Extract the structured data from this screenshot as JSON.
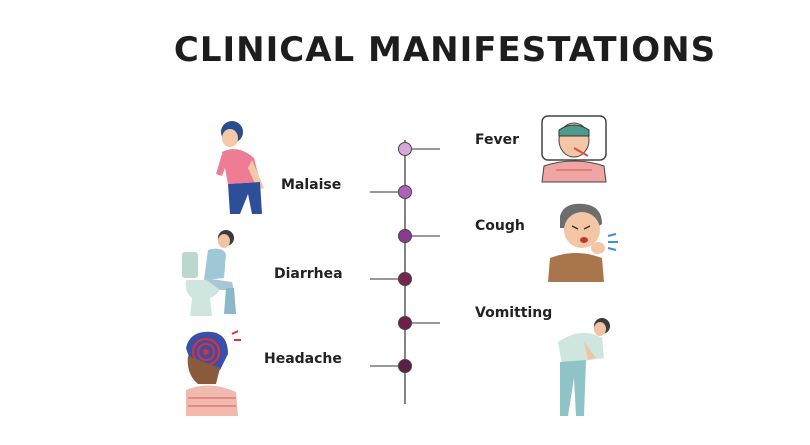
{
  "title": "CLINICAL MANIFESTATIONS",
  "symptoms": {
    "fever": "Fever",
    "malaise": "Malaise",
    "cough": "Cough",
    "diarrhea": "Diarrhea",
    "vomitting": "Vomitting",
    "headache": "Headache"
  },
  "colors": {
    "dot_1": "#d9a6dc",
    "dot_2": "#b05fba",
    "dot_3": "#8a3a92",
    "dot_4": "#74274f",
    "dot_5": "#6d1f4a",
    "dot_6": "#5d1f46",
    "line": "#333333"
  },
  "icons": [
    "fever-person-icon",
    "malaise-person-icon",
    "cough-person-icon",
    "diarrhea-person-icon",
    "vomiting-person-icon",
    "headache-person-icon"
  ]
}
